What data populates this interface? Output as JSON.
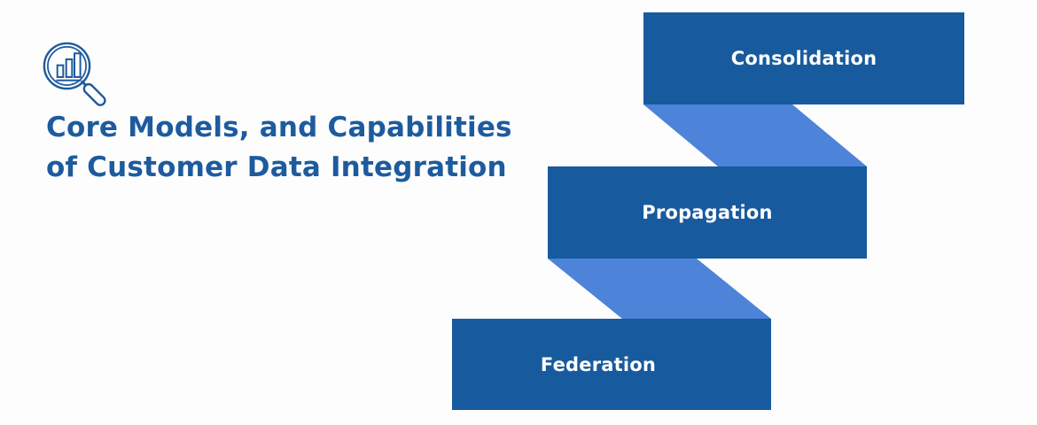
{
  "colors": {
    "background": "#fdfdfd",
    "title-text": "#1d5b9e",
    "box-fill": "#175a9d",
    "connector-fill": "#4d83d8",
    "box-label-text": "#ffffff",
    "icon-stroke": "#1d5b9e"
  },
  "header": {
    "icon": "magnifier-bar-chart-icon",
    "title_line1": "Core Models, and Capabilities",
    "title_line2": "of Customer Data Integration"
  },
  "diagram": {
    "type": "stepped-flow",
    "boxes": [
      {
        "label": "Consolidation"
      },
      {
        "label": "Propagation"
      },
      {
        "label": "Federation"
      }
    ]
  }
}
